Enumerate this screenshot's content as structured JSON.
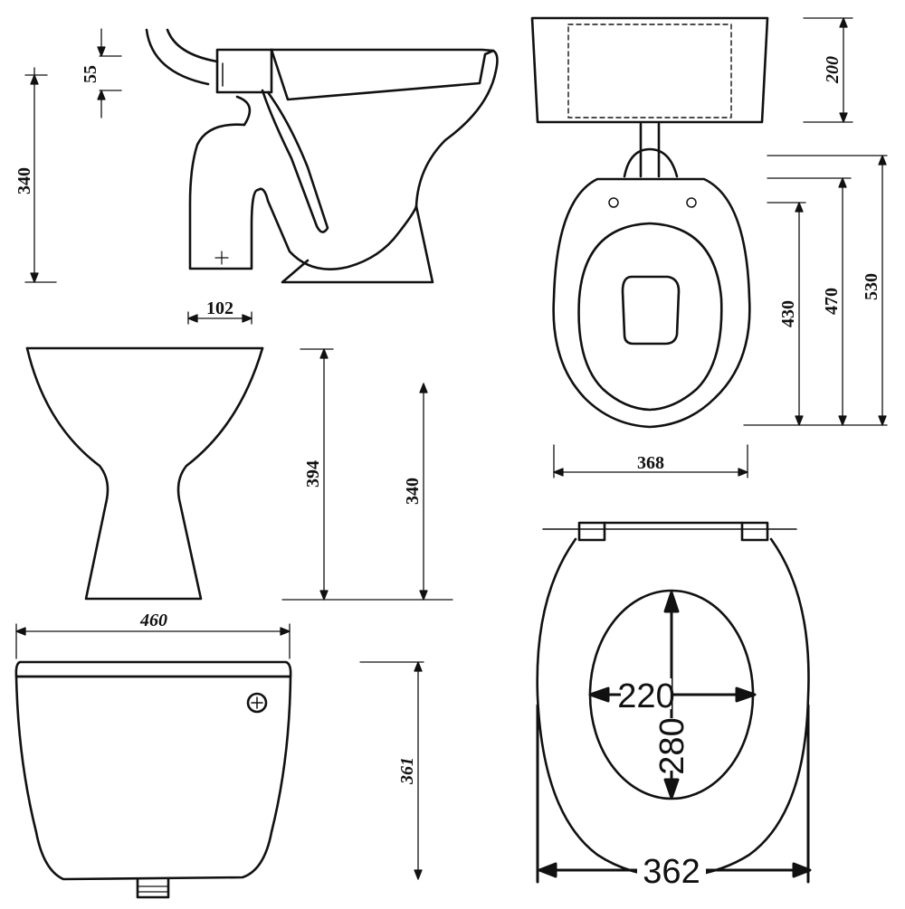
{
  "dimensions": {
    "outlet_offset": "55",
    "pan_height": "340",
    "outlet_width": "102",
    "cistern_height": "200",
    "seat_length_a": "430",
    "seat_length_b": "470",
    "seat_length_c": "530",
    "seat_width": "368",
    "bowl_height_total": "394",
    "bowl_height": "340",
    "cistern_width": "460",
    "cistern_depth": "361",
    "opening_width": "220",
    "opening_length": "280",
    "seat_outer_width": "362"
  }
}
